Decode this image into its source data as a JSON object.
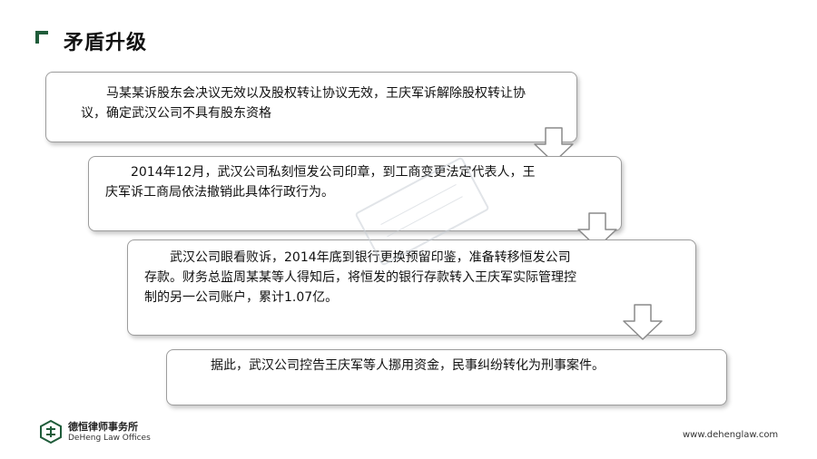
{
  "page": {
    "title": "矛盾升级"
  },
  "steps": [
    {
      "lines": [
        "马某某诉股东会决议无效以及股权转让协议无效，王庆军诉解除股权转让协议，确定武汉公司不具有股东资格"
      ]
    },
    {
      "lines": [
        "2014年12月，武汉公司私刻恒发公司印章，到工商变更法定代表人，王庆军诉工商局依法撤销此具体行政行为。"
      ]
    },
    {
      "lines": [
        "武汉公司眼看败诉，2014年底到银行更换预留印鉴，准备转移恒发公司存款。财务总监周某某等人得知后，将恒发的银行存款转入王庆军实际管理控制的另一公司账户，累计1.07亿。"
      ]
    },
    {
      "lines": [
        "据此，武汉公司控告王庆军等人挪用资金，民事纠纷转化为刑事案件。"
      ]
    }
  ],
  "footer": {
    "logo_cn": "德恒律师事务所",
    "logo_en": "DeHeng Law Offices",
    "website": "www.dehenglaw.com"
  },
  "colors": {
    "accent": "#1f5c3a",
    "arrow_stroke": "#8a8a8a",
    "box_border": "#9c9c9c"
  },
  "icons": {
    "title_mark": "corner-bracket-icon",
    "arrow": "down-arrow-icon",
    "logo": "deheng-logo-icon"
  }
}
